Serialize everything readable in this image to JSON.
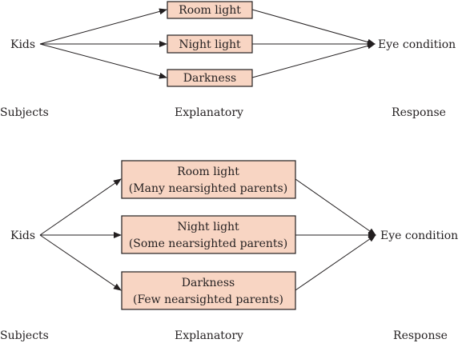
{
  "colors": {
    "box_fill": "#f8d5c3",
    "line": "#231f20",
    "background": "#ffffff"
  },
  "top_diagram": {
    "source": "Kids",
    "treatments": [
      "Room light",
      "Night light",
      "Darkness"
    ],
    "target": "Eye condition",
    "labels": {
      "subjects": "Subjects",
      "explanatory": "Explanatory",
      "response": "Response"
    }
  },
  "bottom_diagram": {
    "source": "Kids",
    "treatments": [
      {
        "line1": "Room light",
        "line2": "(Many nearsighted parents)"
      },
      {
        "line1": "Night light",
        "line2": "(Some nearsighted parents)"
      },
      {
        "line1": "Darkness",
        "line2": "(Few nearsighted parents)"
      }
    ],
    "target": "Eye condition",
    "labels": {
      "subjects": "Subjects",
      "explanatory": "Explanatory",
      "response": "Response"
    }
  }
}
